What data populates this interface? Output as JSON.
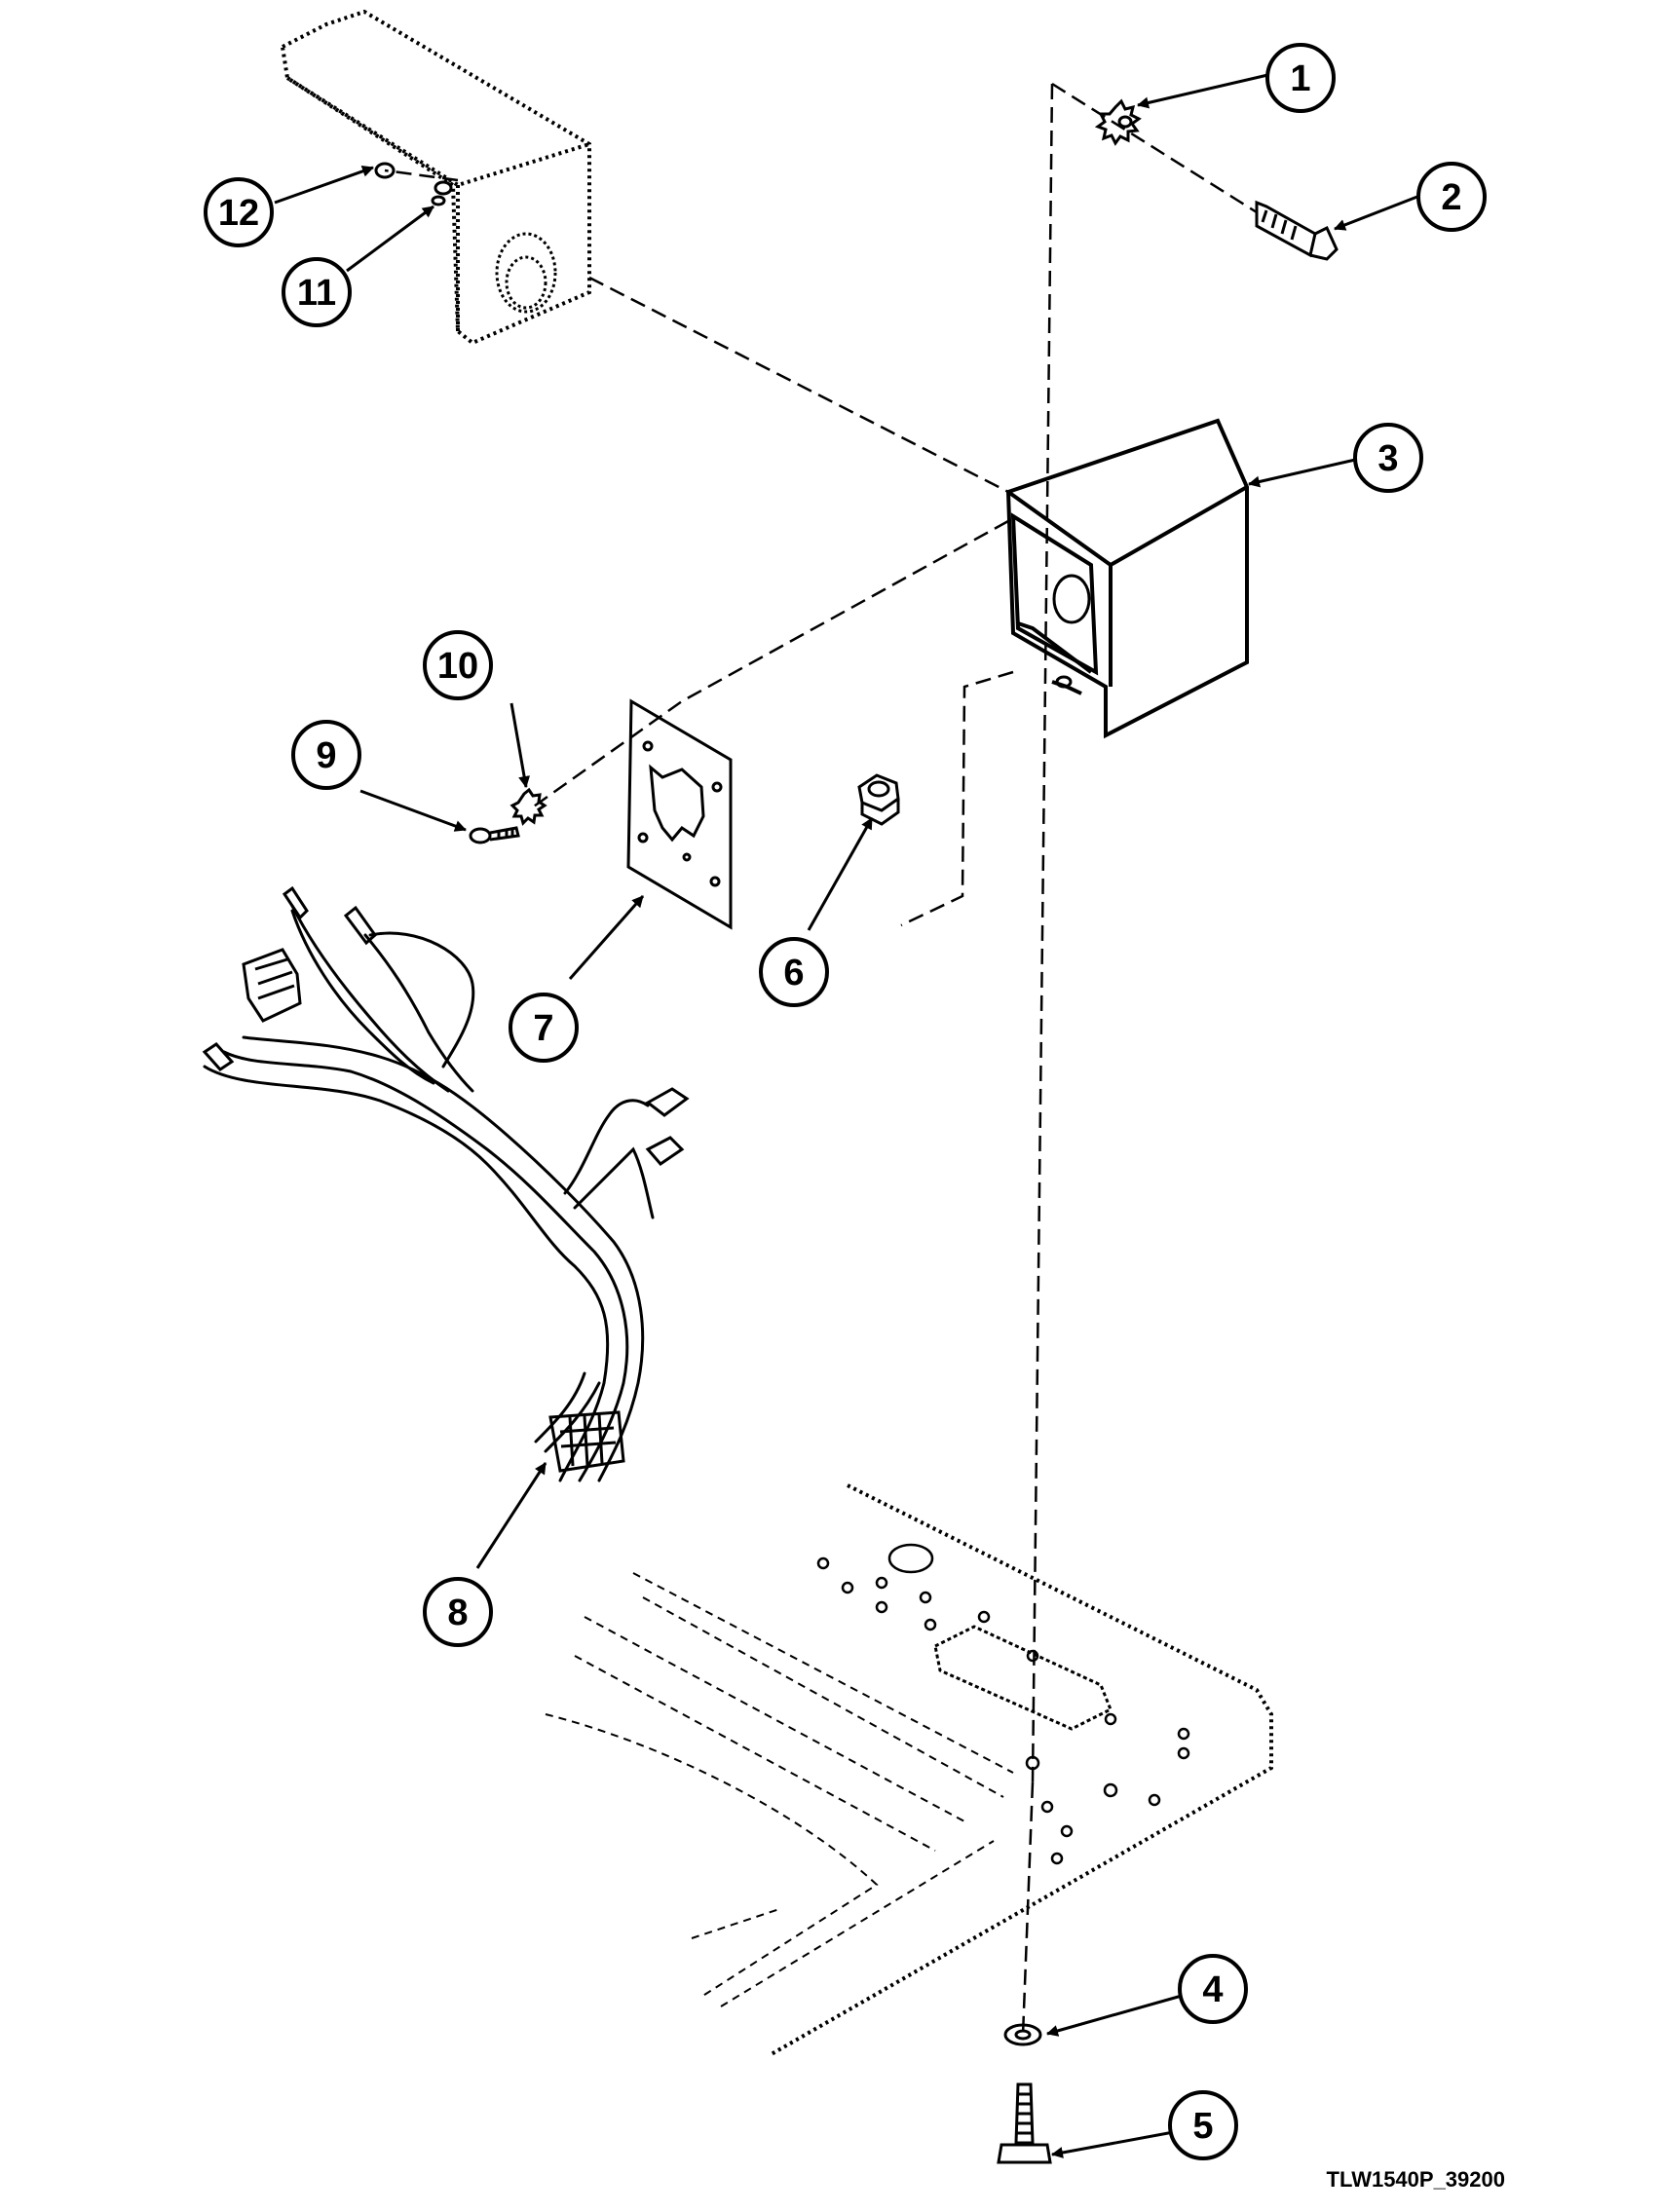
{
  "figure": {
    "drawing_code": "TLW1540P_39200",
    "ink_color": "#000000",
    "background_color": "#ffffff"
  },
  "callouts": [
    {
      "id": 1,
      "label": "1"
    },
    {
      "id": 2,
      "label": "2"
    },
    {
      "id": 3,
      "label": "3"
    },
    {
      "id": 4,
      "label": "4"
    },
    {
      "id": 5,
      "label": "5"
    },
    {
      "id": 6,
      "label": "6"
    },
    {
      "id": 7,
      "label": "7"
    },
    {
      "id": 8,
      "label": "8"
    },
    {
      "id": 9,
      "label": "9"
    },
    {
      "id": 10,
      "label": "10"
    },
    {
      "id": 11,
      "label": "11"
    },
    {
      "id": 12,
      "label": "12"
    }
  ]
}
